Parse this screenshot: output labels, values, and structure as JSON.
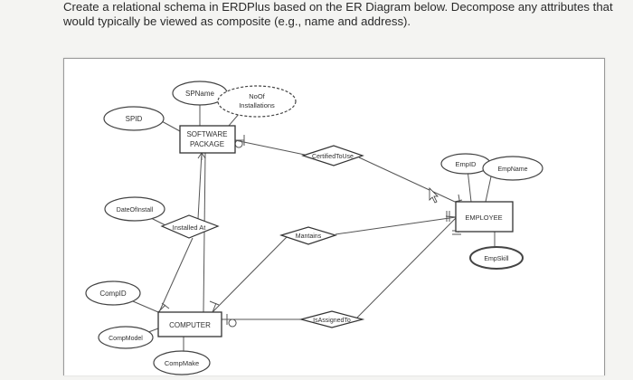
{
  "question": {
    "line1": "Create a relational schema in ERDPlus based on the ER Diagram below. Decompose any attributes that",
    "line2": "would typically be viewed as composite (e.g., name and address)."
  },
  "diagram": {
    "entities": {
      "software_package_line1": "SOFTWARE",
      "software_package_line2": "PACKAGE",
      "computer": "COMPUTER",
      "employee": "EMPLOYEE"
    },
    "relationships": {
      "installed_at": "Installed At",
      "certified_to_use": "CertifiedToUse",
      "maintains": "Mantains",
      "is_assigned_to": "IsAssignedTo"
    },
    "attributes": {
      "sp_name": "SPName",
      "sp_id": "SPID",
      "no_of_installations_line1": "NoOf",
      "no_of_installations_line2": "Installations",
      "date_of_install": "DateOfInstall",
      "comp_id": "CompID",
      "comp_model": "CompModel",
      "comp_make": "CompMake",
      "emp_id": "EmpID",
      "emp_name": "EmpName",
      "emp_skill": "EmpSkill"
    },
    "line_color": "#555555",
    "entity_fill": "#ffffff"
  }
}
